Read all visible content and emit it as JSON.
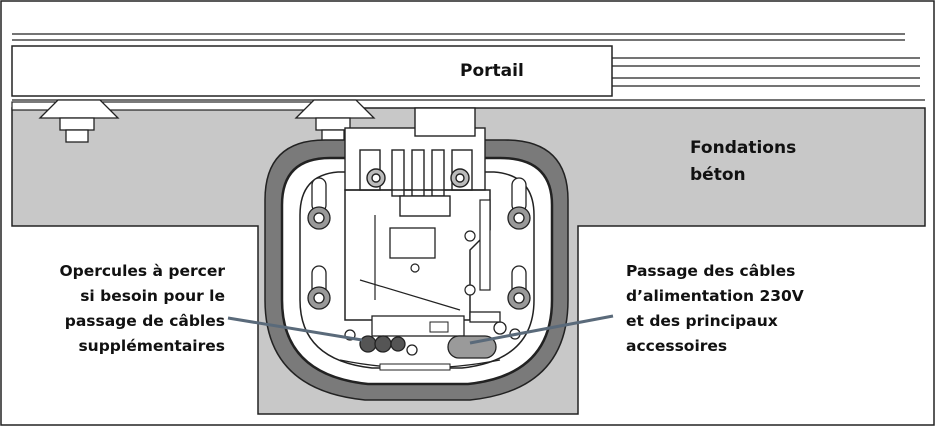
{
  "labels": {
    "gate": "Portail",
    "foundation_line1": "Fondations",
    "foundation_line2": "béton",
    "knockouts_line1": "Opercules à percer",
    "knockouts_line2": "si besoin pour le",
    "knockouts_line3": "passage de câbles",
    "knockouts_line4": "supplémentaires",
    "cables_line1": "Passage des câbles",
    "cables_line2": "d’alimentation 230V",
    "cables_line3": "et des principaux",
    "cables_line4": "accessoires"
  },
  "colors": {
    "concrete": "#c8c8c8",
    "housing_rim": "#7a7a7a",
    "housing_inner": "#ffffff",
    "ink": "#111111",
    "leader": "#5a6a7a"
  }
}
